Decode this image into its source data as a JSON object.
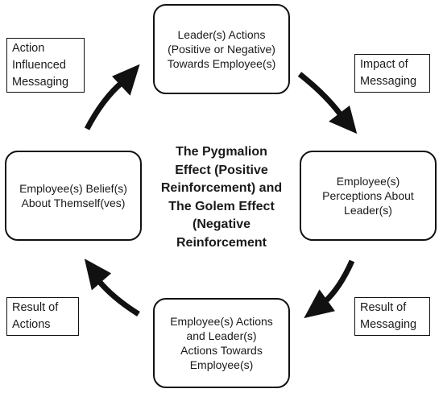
{
  "center_title": [
    "The Pygmalion",
    "Effect (Positive",
    "Reinforcement) and",
    "The Golem Effect",
    "(Negative",
    "Reinforcement"
  ],
  "nodes": {
    "top": [
      "Leader(s) Actions",
      "(Positive or Negative)",
      "Towards Employee(s)"
    ],
    "right": [
      "Employee(s)",
      "Perceptions About",
      "Leader(s)"
    ],
    "bottom": [
      "Employee(s) Actions",
      "and Leader(s)",
      "Actions Towards",
      "Employee(s)"
    ],
    "left": [
      "Employee(s) Belief(s)",
      "About Themself(ves)"
    ]
  },
  "labels": {
    "action_influenced": [
      "Action",
      "Influenced",
      "Messaging"
    ],
    "impact_of_messaging": [
      "Impact of",
      "Messaging"
    ],
    "result_of_messaging": [
      "Result of",
      "Messaging"
    ],
    "result_of_actions": [
      "Result of",
      "Actions"
    ]
  }
}
